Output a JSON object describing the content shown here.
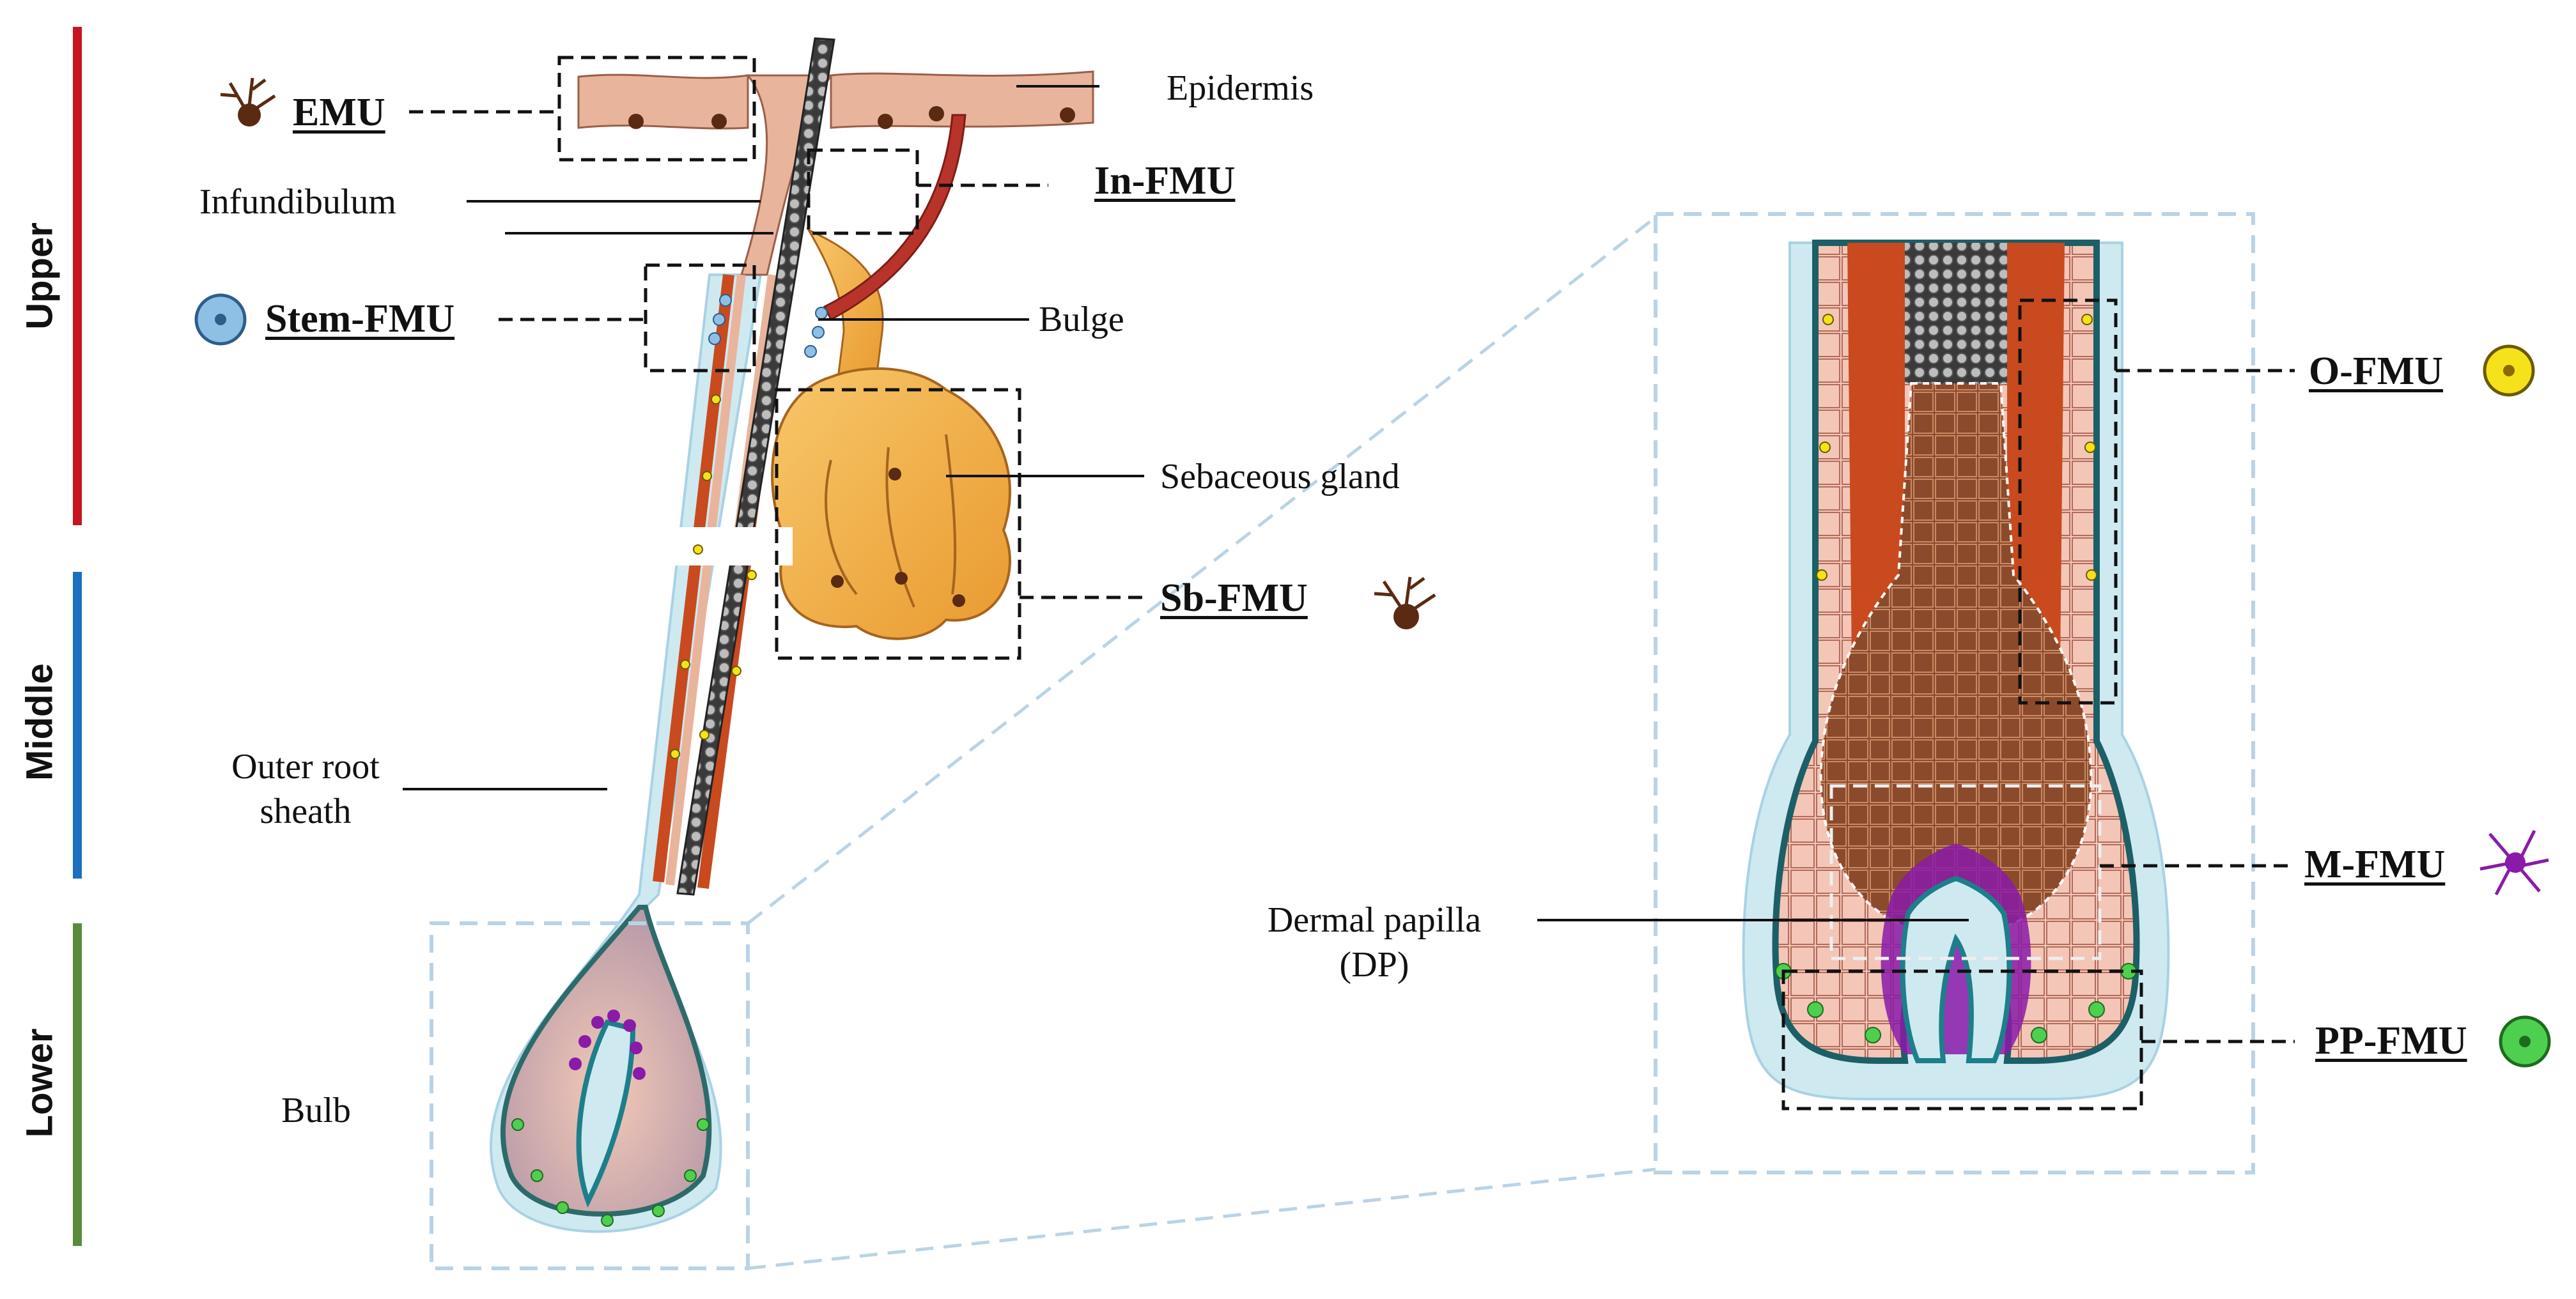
{
  "zones": [
    {
      "label": "Upper",
      "color": "#c4161c"
    },
    {
      "label": "Middle",
      "color": "#1a6fbe"
    },
    {
      "label": "Lower",
      "color": "#5a8a3c"
    }
  ],
  "structures": {
    "epidermis": "Epidermis",
    "infundibulum": "Infundibulum",
    "bulge": "Bulge",
    "sebaceous_gland": "Sebaceous gland",
    "outer_root_sheath_1": "Outer root",
    "outer_root_sheath_2": "sheath",
    "bulb": "Bulb",
    "dermal_papilla_1": "Dermal papilla",
    "dermal_papilla_2": "(DP)"
  },
  "melanocyte_units": {
    "emu": "EMU",
    "in_fmu": "In-FMU",
    "stem_fmu": "Stem-FMU",
    "sb_fmu": "Sb-FMU",
    "o_fmu": "O-FMU",
    "m_fmu": "M-FMU",
    "pp_fmu": "PP-FMU"
  },
  "colors": {
    "skin": "#e9b49c",
    "sebaceous": "#f4b04a",
    "hair_shaft": "#444444",
    "root_sheath": "#c84a1e",
    "sheath_fluid": "#cfe9f1",
    "melanocyte_dark": "#5a2a12",
    "stem_cell": "#8ec0e6",
    "o_cell": "#f5e21a",
    "m_cell": "#8a1aa8",
    "pp_cell": "#4fcf50",
    "zoom_box": "#b9d3e6"
  }
}
